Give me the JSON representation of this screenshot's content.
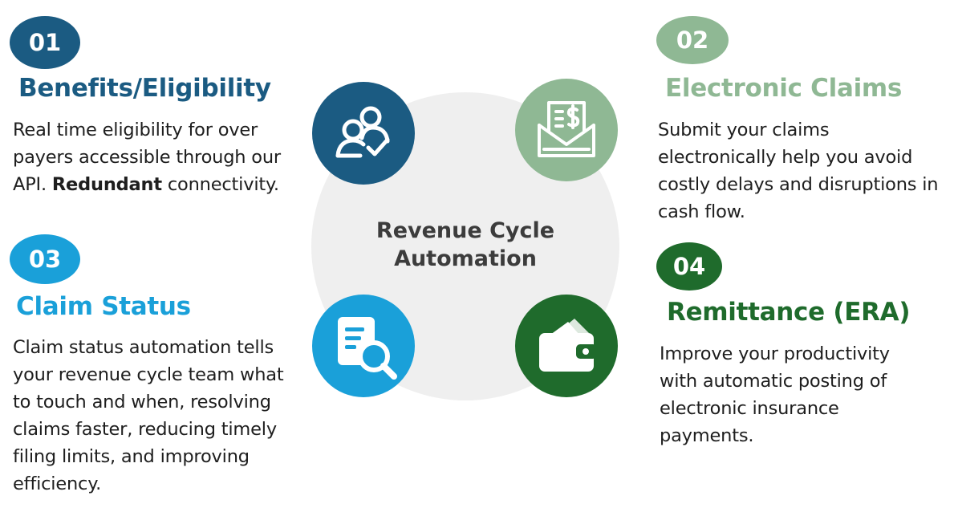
{
  "center": {
    "line1": "Revenue Cycle",
    "line2": "Automation"
  },
  "colors": {
    "navy": "#1b5b82",
    "sage": "#8fb894",
    "sky": "#1aa0d9",
    "forest": "#1f6b2c",
    "disc": "#efefef"
  },
  "items": [
    {
      "number": "01",
      "title": "Benefits/Eligibility",
      "text_before": "Real time eligibility for over payers accessible through our API. ",
      "text_bold": "Redundant",
      "text_after": " connectivity.",
      "icon": "users-check-icon"
    },
    {
      "number": "02",
      "title": "Electronic Claims",
      "text": "Submit your claims electronically help you avoid costly delays and disruptions in cash flow.",
      "icon": "invoice-envelope-icon"
    },
    {
      "number": "03",
      "title": "Claim Status",
      "text": "Claim status automation tells your revenue cycle team what to touch and when, resolving claims faster, reducing timely filing limits, and improving efficiency.",
      "icon": "document-search-icon"
    },
    {
      "number": "04",
      "title": "Remittance (ERA)",
      "text": "Improve your productivity with automatic posting of electronic insurance payments.",
      "icon": "wallet-icon"
    }
  ]
}
